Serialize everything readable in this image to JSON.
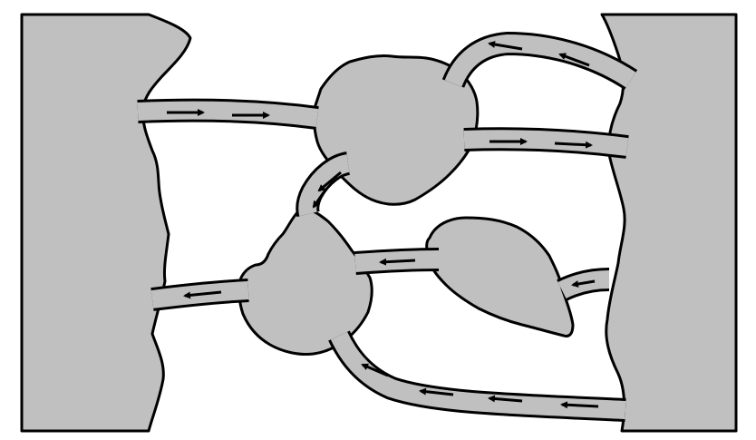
{
  "colors": {
    "fill": "#c0c0c0",
    "stroke": "#000000",
    "background": "#ffffff"
  },
  "diagram": {
    "regions": [
      {
        "name": "left-region"
      },
      {
        "name": "right-region"
      },
      {
        "name": "top-blob"
      },
      {
        "name": "middle-blob"
      },
      {
        "name": "lower-blob"
      }
    ],
    "channels": [
      {
        "name": "top-left-channel",
        "flow": "right"
      },
      {
        "name": "top-arch-channel",
        "flow": "left"
      },
      {
        "name": "right-upper-channel",
        "flow": "right"
      },
      {
        "name": "connector-channel",
        "flow": "down"
      },
      {
        "name": "middle-channel",
        "flow": "left"
      },
      {
        "name": "right-small-channel",
        "flow": "left"
      },
      {
        "name": "bottom-left-channel",
        "flow": "left"
      },
      {
        "name": "bottom-curve-channel",
        "flow": "left"
      }
    ],
    "arrow_icon": "arrow-icon"
  }
}
